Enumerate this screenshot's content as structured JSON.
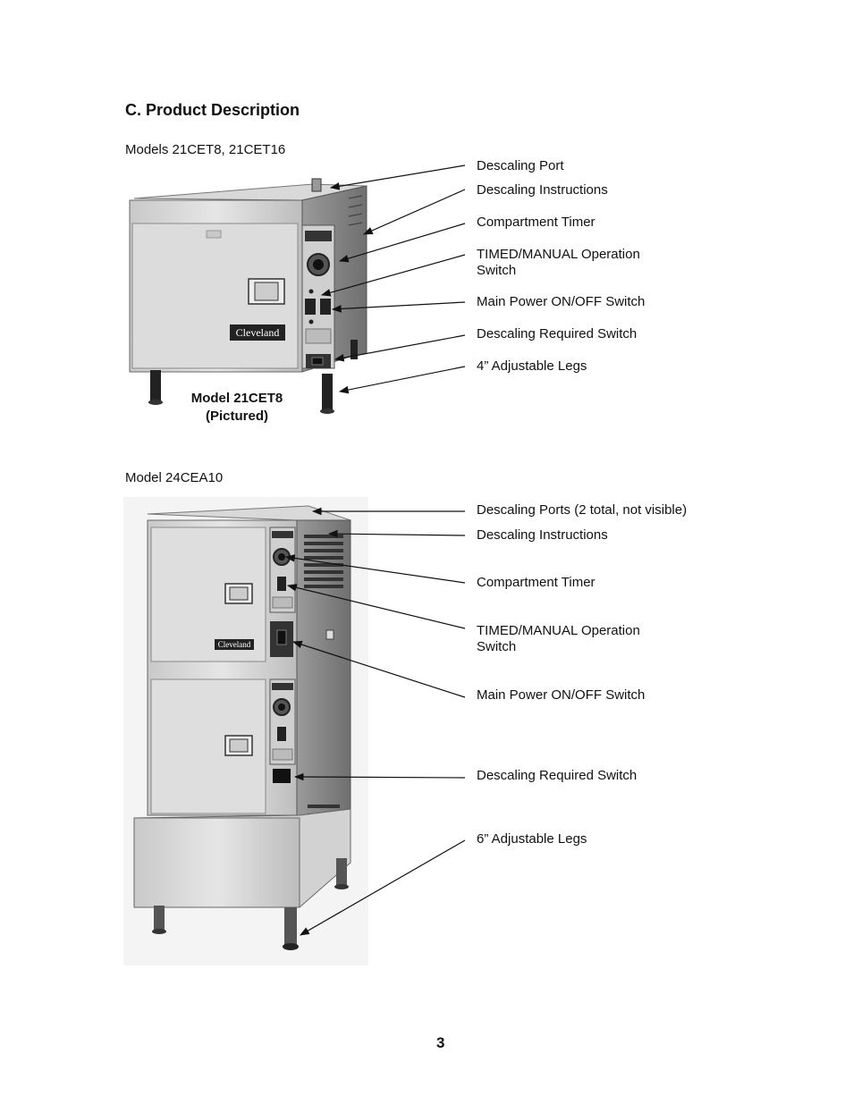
{
  "heading": "C. Product Description",
  "section1": {
    "subtitle": "Models 21CET8, 21CET16",
    "caption_line1": "Model 21CET8",
    "caption_line2": "(Pictured)",
    "brand": "Cleveland",
    "labels": [
      "Descaling Port",
      "Descaling Instructions",
      "Compartment Timer",
      "TIMED/MANUAL Operation",
      "Switch",
      "Main Power ON/OFF Switch",
      "Descaling Required Switch",
      "4” Adjustable Legs"
    ]
  },
  "section2": {
    "subtitle": "Model 24CEA10",
    "brand": "Cleveland",
    "labels": [
      "Descaling Ports (2 total, not visible)",
      "Descaling Instructions",
      "Compartment Timer",
      "TIMED/MANUAL Operation",
      "Switch",
      "Main Power ON/OFF Switch",
      "Descaling Required Switch",
      "6” Adjustable Legs"
    ]
  },
  "page_number": "3"
}
